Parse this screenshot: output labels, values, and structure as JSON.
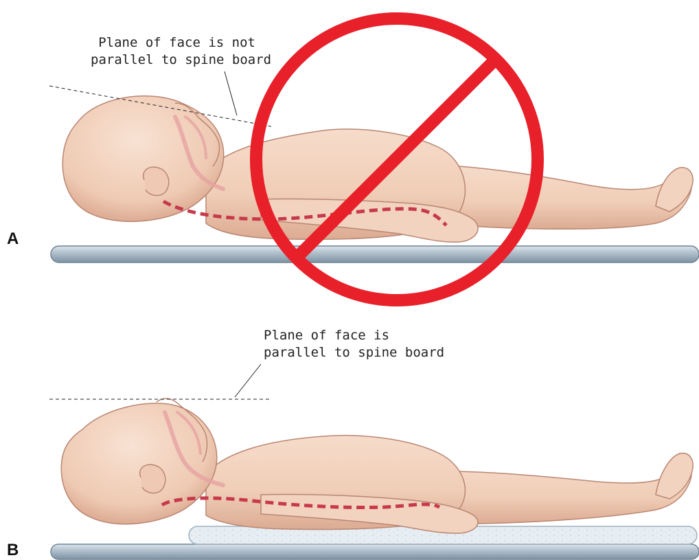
{
  "panel_a": {
    "label": "A",
    "caption_line1": "Plane of face is not",
    "caption_line2": "parallel to spine board",
    "prohibition_color": "#e8202a"
  },
  "panel_b": {
    "label": "B",
    "caption_line1": "Plane of face is",
    "caption_line2": "parallel to spine board"
  },
  "colors": {
    "skin": "#f1d2bd",
    "skin_shade": "#d9a88e",
    "outline": "#b98672",
    "board": "#a9b9c6",
    "board_edge": "#6f8494",
    "pad": "#e8eef3",
    "spine": "#c73a4c",
    "airway": "#e6a2a2"
  }
}
